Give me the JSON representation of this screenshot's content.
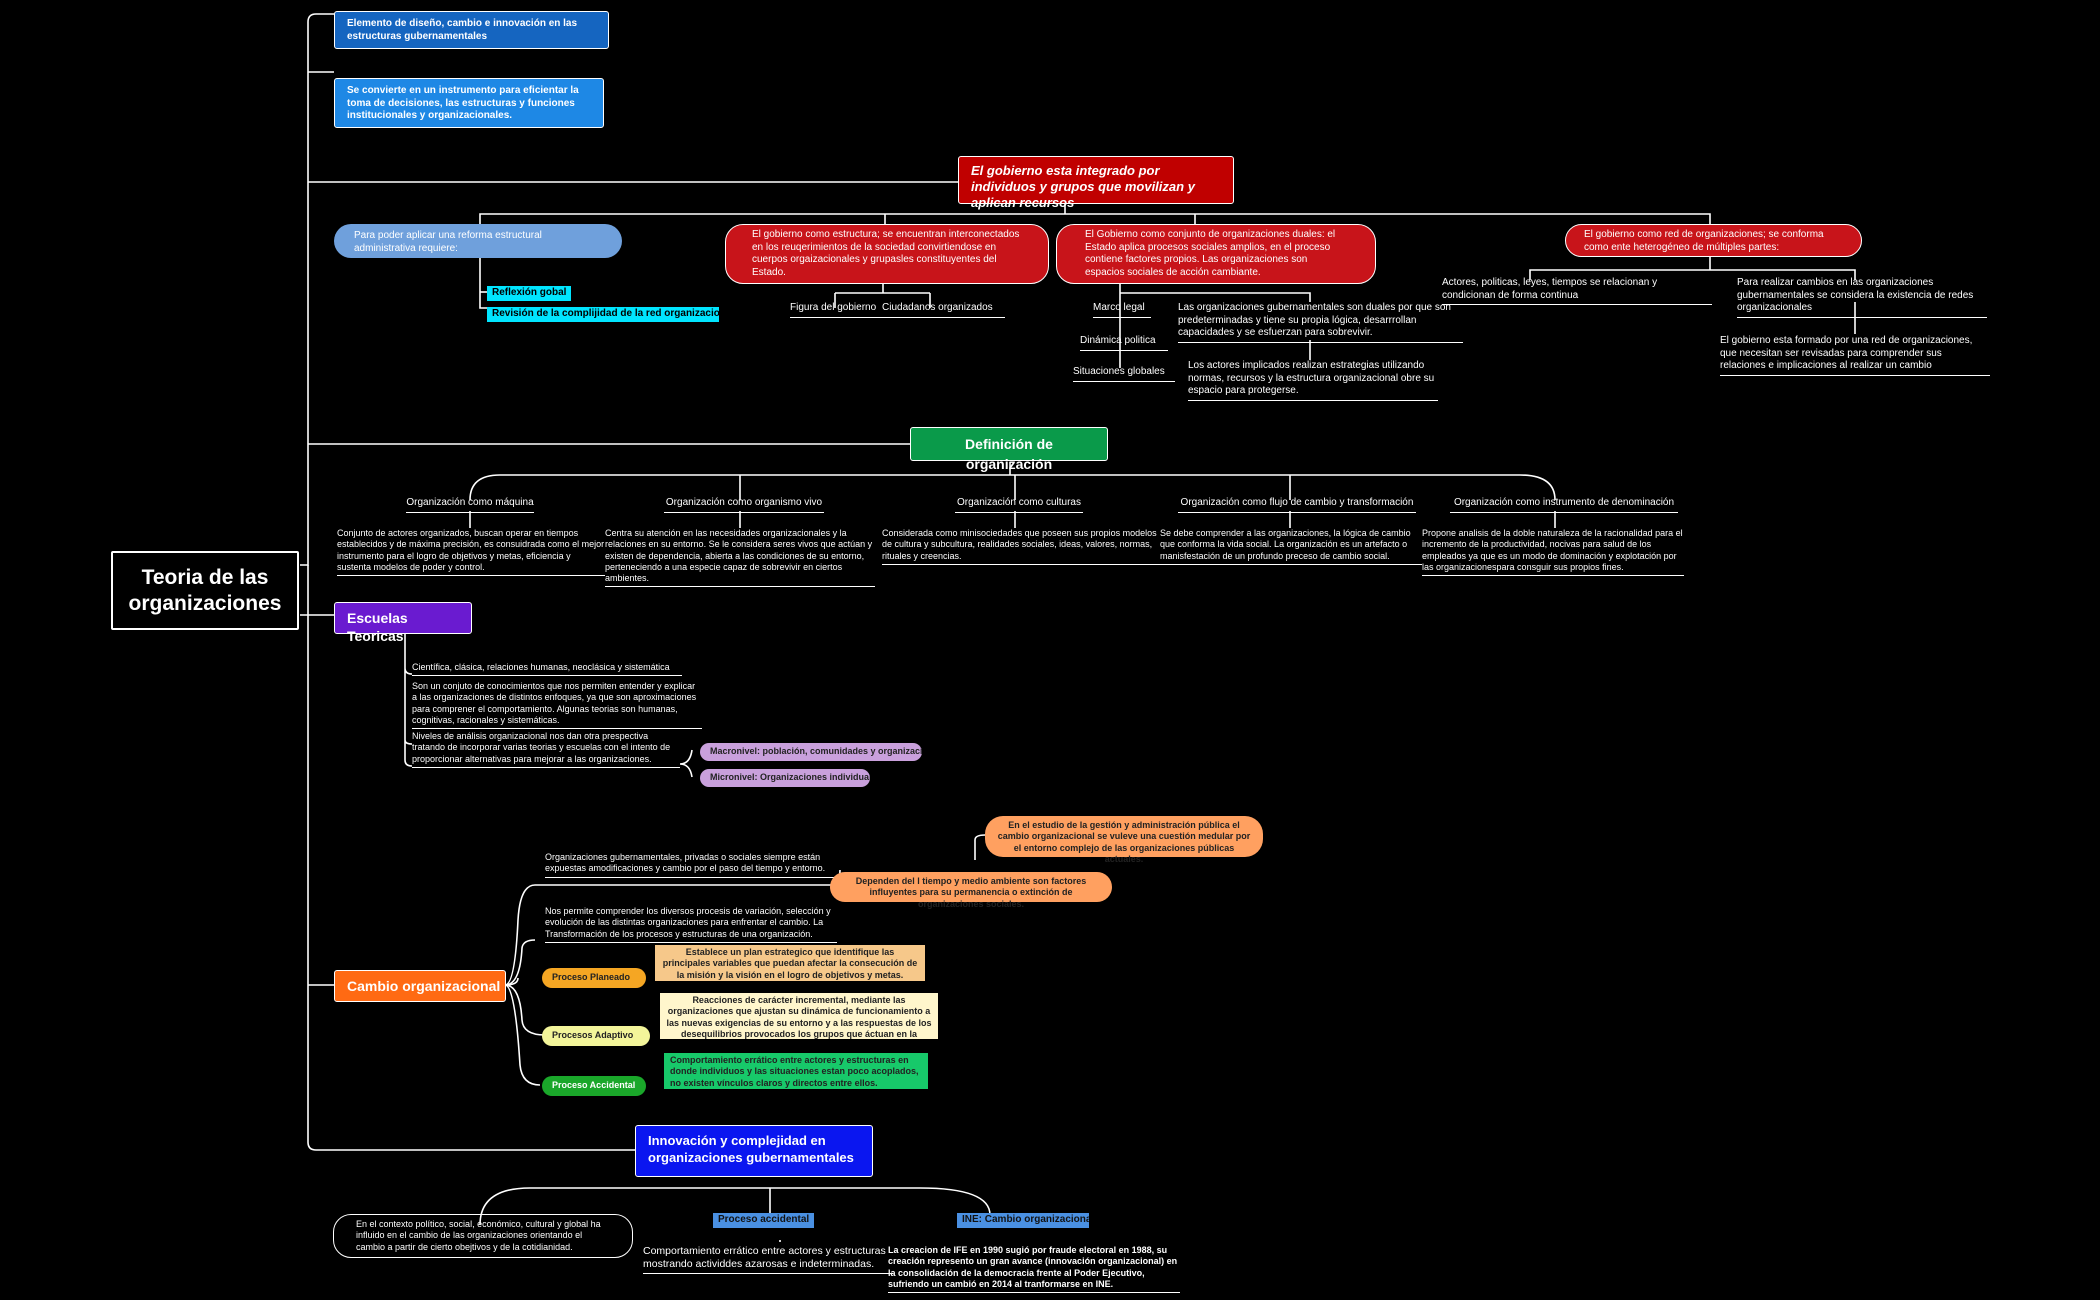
{
  "root": "Teoria de las organizaciones",
  "top_boxes": [
    "Elemento de diseño, cambio e innovación en las estructuras gubernamentales",
    "Se  convierte en un instrumento para eficientar la toma de decisiones, las estructuras y funciones institucionales y organizacionales."
  ],
  "gobierno": {
    "title": "El gobierno esta integrado por individuos y grupos que movilizan y aplican recursos",
    "reforma": "Para poder aplicar una reforma estructural administrativa requiere:",
    "reforma_items": [
      "Reflexión gobal",
      "Revisión de la complijidad de la red organizacional"
    ],
    "estructura": "El gobierno como estructura; se encuentran interconectados en los reuqerimientos de la sociedad  convirtiendose en cuerpos orgaizacionales y grupasles constituyentes del Estado.",
    "estructura_items": [
      "Figura del gobierno",
      "Ciudadanos organizados"
    ],
    "duales": "El Gobierno como conjunto de organizaciones duales: el Estado aplica procesos sociales amplios, en el proceso contiene factores propios. Las organizaciones son espacios sociales de acción cambiante.",
    "duales_left": [
      "Marco legal",
      "Dinámica politica",
      "Situaciones globales"
    ],
    "duales_text1": "Las organizaciones gubernamentales son duales por que son predeterminadas  y tiene su propia lógica, desarrrollan capacidades y se esfuerzan para sobrevivir.",
    "duales_text2": "Los actores implicados realizan estrategias utilizando normas, recursos y la estructura organizacional  obre su espacio para protegerse.",
    "red": "El gobierno como red de organizaciones; se conforma como ente heterogéneo de múltiples partes:",
    "red_text1": "Actores, politicas, leyes, tiempos se relacionan y condicionan de forma continua",
    "red_text2": "Para realizar  cambios en las organizaciones gubernamentales se considera la existencia de redes organizacionales",
    "red_text3": "El gobierno esta formado por una red de organizaciones, que necesitan ser revisadas para comprender sus relaciones e implicaciones al realizar un cambio"
  },
  "definicion": {
    "title": "Definición de organización",
    "items": [
      {
        "head": "Organización como máquina",
        "text": "Conjunto de actores organizados, buscan operar en tiempos establecidos y de máxima precisión, es consuidrada como el mejor instrumento para el logro de objetivos y metas, eficiencia y sustenta modelos de poder y control."
      },
      {
        "head": "Organización como organismo vivo",
        "text": "Centra su atención en las necesidades organizacionales y la relaciones en su entorno. Se le considera seres vivos que actúan y existen de dependencia, abierta a las condiciones de su entorno, perteneciendo a una especie capaz de sobrevivir en ciertos ambientes."
      },
      {
        "head": "Organización como culturas",
        "text": "Considerada como minisociedades que poseen sus propios modelos de cultura y subcultura, realidades sociales, ideas, valores, normas, rituales y creencias."
      },
      {
        "head": "Organización como flujo de cambio y transformación",
        "text": "Se debe comprender  a las organizaciones, la lógica de cambio que conforma la vida social. La organización  es un artefacto o manisfestación de un profundo preceso de cambio social."
      },
      {
        "head": "Organización como instrumento de denominación",
        "text": "Propone analisis de la doble naturaleza de la racionalidad para el incremento de la productividad, nocivas para salud de los empleados ya  que es un modo de dominación y explotación por las organizacionespara consguir sus propios fines."
      }
    ]
  },
  "escuelas": {
    "title": "Escuelas Teoricas",
    "text1": "Científica, clásica, relaciones humanas, neoclásica y sistemática",
    "text2": "Son un conjuto de conocimientos que nos permiten entender y explicar a las organizaciones de distintos enfoques, ya que son aproximaciones para comprener el comportamiento.  Algunas teorias son humanas, cognitivas, racionales y sistemáticas.",
    "text3": "Niveles de análisis organizacional nos dan otra prespectiva tratando de incorporar varias teorias y escuelas con el intento de proporcionar alternativas para mejorar a las organizaciones.",
    "macro": "Macronivel: población, comunidades y organizaciones",
    "micro": "Micronivel: Organizaciones individuales"
  },
  "cambio": {
    "title": "Cambio organizacional",
    "text1": "Organizaciones gubernamentales, privadas o sociales siempre están expuestas amodificaciones y cambio  por  el paso del tiempo y entorno.",
    "dependen": "Dependen del l tiempo y medio ambiente son factores influyentes para su permanencia o extinción de organizaciones sociales.",
    "estudio": "En el estudio de la gestión y administración pública el cambio organizacional  se vuleve una cuestión medular por el entorno complejo de las organizaciones públicas actuales.",
    "text2": "Nos permite comprender los diversos procesis de variación, selección y evolución de las distintas organizaciones para enfrentar el cambio. La Transformación de los procesos y estructuras de una organización.",
    "planeado": "Proceso Planeado",
    "planeado_text": "Establece un plan estrategico que identifique las principales variables que puedan afectar la consecución de la misión y la visión en el logro de objetivos y metas.",
    "adaptivo": "Procesos Adaptivo",
    "adaptivo_text": "Reacciones de carácter incremental, mediante las organizaciones que ajustan su dinámica de funcionamiento  a las nuevas exigencias de su entorno y a las respuestas de los desequilibrios  provocados los grupos que áctuan en la organización.",
    "accidental": "Proceso Accidental",
    "accidental_text": "Comportamiento errático entre actores y estructuras en donde individuos  y las situaciones estan poco acoplados, no existen vínculos claros y directos entre ellos."
  },
  "innovacion": {
    "title": "Innovación y complejidad en organizaciones gubernamentales",
    "contexto": "En el contexto político, social, económico, cultural y global ha influido en el cambio de las organizaciones orientando el cambio a partir de cierto obejtivos y de la cotidianidad.",
    "accidental_tag": "Proceso accidental",
    "accidental_text": "Comportamiento errático entre actores y estructuras mostrando actividdes azarosas e indeterminadas.",
    "ine_tag": "INE: Cambio organizacional",
    "ine_text": "La creacion de IFE en 1990 sugió por fraude electoral en 1988, su creación represento un gran avance (innovación organizacional) en la consolidación de la democracia frente al Poder Ejecutivo, sufriendo un cambió en 2014 al tranformarse en INE."
  },
  "colors": {
    "root_border": "#ffffff",
    "top_box1": "#1565c0",
    "top_box2": "#1e88e5",
    "gobierno": "#c00000",
    "reforma": "#6fa0dc",
    "reforma_tag": "#00e5ff",
    "definicion": "#0a9a4a",
    "escuelas": "#6a1bd0",
    "niveles": "#c9a0dc",
    "cambio": "#ff6a13",
    "dependen": "#ffa060",
    "planeado": "#f5a623",
    "planeado_text": "#f6c88a",
    "adaptivo": "#f3f59a",
    "adaptivo_text": "#fff6cc",
    "accidental": "#1aa72a",
    "accidental_text": "#17c96a",
    "innovacion": "#0a16f0",
    "innov_tag": "#4a90e2"
  }
}
